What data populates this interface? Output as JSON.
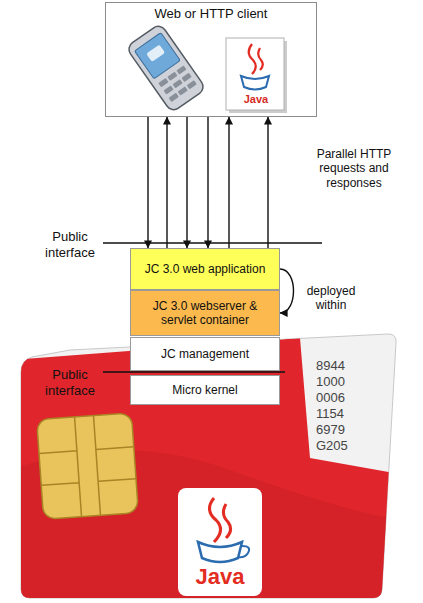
{
  "diagram": {
    "nodes": [
      {
        "text": [
          "Web or HTTP client"
        ]
      },
      {
        "text": [
          "JC 3.0 web application"
        ]
      },
      {
        "text": [
          "JC 3.0 webserver & servlet container"
        ]
      },
      {
        "text": [
          "JC management"
        ]
      },
      {
        "text": [
          "Micro kernel"
        ]
      }
    ],
    "edges": [
      {
        "from": 0,
        "to": 1,
        "arrow": "to"
      },
      {
        "from": 1,
        "to": 0,
        "arrow": "to"
      },
      {
        "from": 0,
        "to": 1,
        "arrow": "to"
      },
      {
        "from": 0,
        "to": 1,
        "arrow": "to"
      },
      {
        "from": 1,
        "to": 0,
        "arrow": "to"
      },
      {
        "from": 1,
        "to": 0,
        "arrow": "to"
      },
      {
        "from": 1,
        "to": 2,
        "label": "deployed within",
        "arrow": "to"
      }
    ],
    "labels": [
      "Java",
      "Parallel HTTP requests and responses",
      "Public interface",
      "Public interface",
      "8944",
      "1000",
      "0006",
      "1154",
      "6979",
      "G205",
      "Java"
    ]
  }
}
